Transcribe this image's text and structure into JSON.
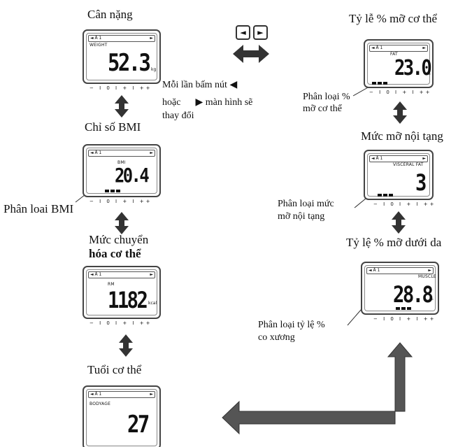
{
  "labels": {
    "weight_title": "Cân nặng",
    "bmi_title": "Chỉ số BMI",
    "bmi_class": "Phân loai BMI",
    "metab_title_1": "Mức chuyển",
    "metab_title_2": "hóa cơ thể",
    "bodyage_title": "Tuổi cơ thể",
    "fat_title": "Tỷ lễ % mỡ cơ thể",
    "fat_class_1": "Phân loại %",
    "fat_class_2": "mỡ cơ thể",
    "visc_title": "Mức mỡ nội tạng",
    "visc_class_1": "Phân loại mức",
    "visc_class_2": "mỡ nội tạng",
    "muscle_title": "Tỷ lệ % mỡ dưới da",
    "muscle_class_1": "Phân loại tỷ lệ %",
    "muscle_class_2": "co xương",
    "instr_1": "Mỗi lần bấm nút",
    "instr_2": "hoặc",
    "instr_3": "màn hình sẽ",
    "instr_4": "thay đổi"
  },
  "devices": {
    "weight": {
      "tag": "WEIGHT",
      "value": "52.3",
      "unit": "kg",
      "user": "◄ Å 1",
      "arrow": "►",
      "scale": "− I 0 I + I ++"
    },
    "bmi": {
      "tag": "BMI",
      "value": "20.4",
      "unit": "",
      "user": "◄ Å 1",
      "arrow": "►",
      "scale": "− I 0 I + I ++"
    },
    "rm": {
      "tag": "RM",
      "value": "1182",
      "unit": "kcal",
      "user": "◄ Å 1",
      "arrow": "►",
      "scale": "− I 0 I + I ++"
    },
    "bodyage": {
      "tag": "BODYAGE",
      "value": "27",
      "unit": "",
      "user": "◄ Å 1",
      "arrow": "►",
      "scale": ""
    },
    "fat": {
      "tag": "FAT",
      "value": "23.0",
      "unit": "%",
      "user": "◄ Å 1",
      "arrow": "►",
      "scale": "− I 0 I + I ++"
    },
    "visceral": {
      "tag": "VISCERAL FAT",
      "value": "3",
      "unit": "",
      "user": "◄ Å 1",
      "arrow": "►",
      "scale": "− I 0 I + I ++"
    },
    "muscle": {
      "tag": "MUSCLE",
      "value": "28.8",
      "unit": "%",
      "user": "◄ Å 1",
      "arrow": "►",
      "scale": "− I 0 I + I ++"
    }
  },
  "buttons": {
    "left": "◄",
    "right": "►"
  }
}
